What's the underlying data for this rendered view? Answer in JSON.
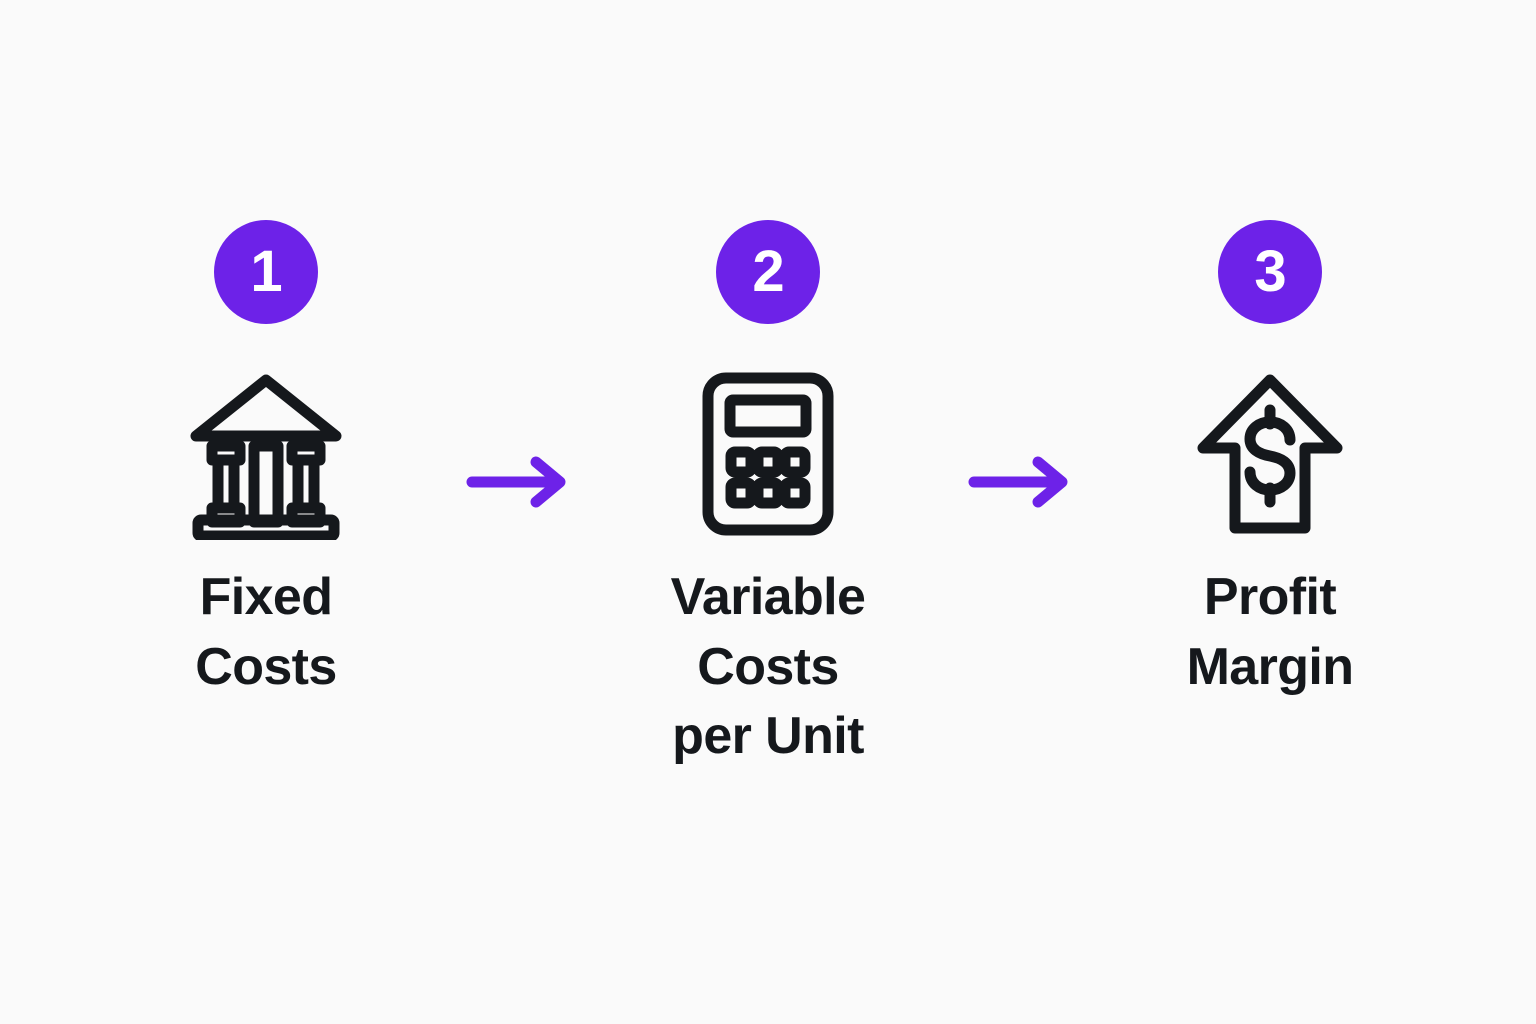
{
  "page": {
    "background_color": "#fafafa",
    "accent_color": "#6d22e8",
    "text_color": "#15181c",
    "badge_text_color": "#ffffff"
  },
  "flow": {
    "steps": [
      {
        "number": "1",
        "label": "Fixed\nCosts",
        "icon": "bank-icon"
      },
      {
        "number": "2",
        "label": "Variable Costs\nper Unit",
        "icon": "calculator-icon"
      },
      {
        "number": "3",
        "label": "Profit\nMargin",
        "icon": "house-dollar-up-arrow-icon"
      }
    ],
    "connectors": [
      {
        "icon": "arrow-right-icon"
      },
      {
        "icon": "arrow-right-icon"
      }
    ]
  }
}
